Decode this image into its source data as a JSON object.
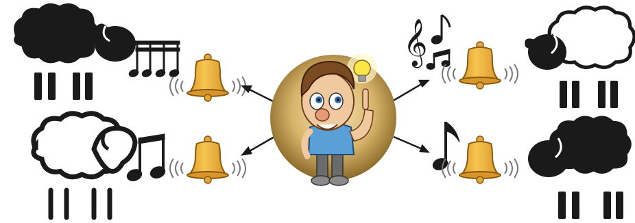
{
  "scene": {
    "center": {
      "figure": "cartoon-man-with-idea",
      "icon": "lightbulb-icon"
    },
    "groups": [
      {
        "position": "top-left",
        "sheep": "black-sheep",
        "music": "sixteenth-notes-icon",
        "bell": "bell-icon"
      },
      {
        "position": "bottom-left",
        "sheep": "white-sheep",
        "music": "beamed-eighth-notes-icon",
        "bell": "bell-icon"
      },
      {
        "position": "top-right",
        "sheep": "white-sheep",
        "music": "treble-clef-notes-icon",
        "bell": "bell-icon"
      },
      {
        "position": "bottom-right",
        "sheep": "black-sheep",
        "music": "eighth-note-icon",
        "bell": "bell-icon"
      }
    ],
    "colors": {
      "bell": "#f2b43c",
      "bell_shade": "#d8962a",
      "sheep_dark": "#1a1a1a",
      "halo": "#c9a55a",
      "skin": "#f0c9a0",
      "shirt": "#5a9fd6",
      "pants": "#6b6b6b",
      "bulb": "#fbe54a"
    }
  }
}
